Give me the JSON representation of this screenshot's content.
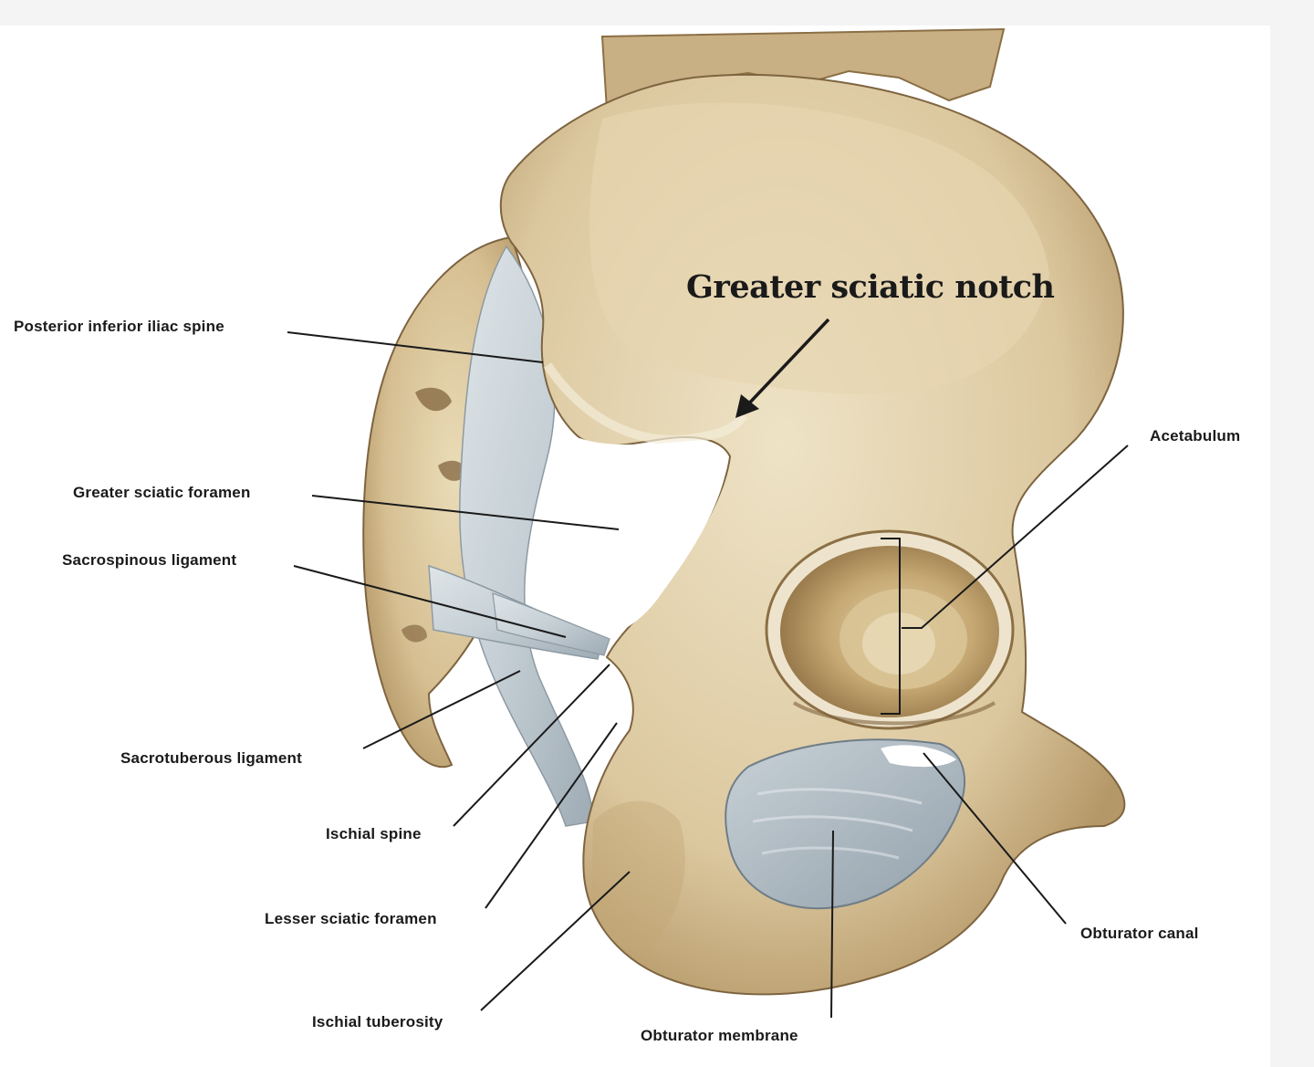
{
  "highlight_label": "Greater sciatic notch",
  "labels": {
    "posterior_inferior_iliac_spine": "Posterior inferior iliac spine",
    "greater_sciatic_foramen": "Greater sciatic foramen",
    "sacrospinous_ligament": "Sacrospinous ligament",
    "sacrotuberous_ligament": "Sacrotuberous ligament",
    "ischial_spine": "Ischial spine",
    "lesser_sciatic_foramen": "Lesser sciatic foramen",
    "ischial_tuberosity": "Ischial tuberosity",
    "obturator_membrane": "Obturator membrane",
    "obturator_canal": "Obturator canal",
    "acetabulum": "Acetabulum"
  },
  "colors": {
    "bone": "#d9c49a",
    "bone_shadow": "#a8895a",
    "bone_highlight": "#efe6cf",
    "ligament": "#c9d2d8",
    "membrane": "#aeb8c0",
    "leader_line": "#1a1a1a"
  }
}
